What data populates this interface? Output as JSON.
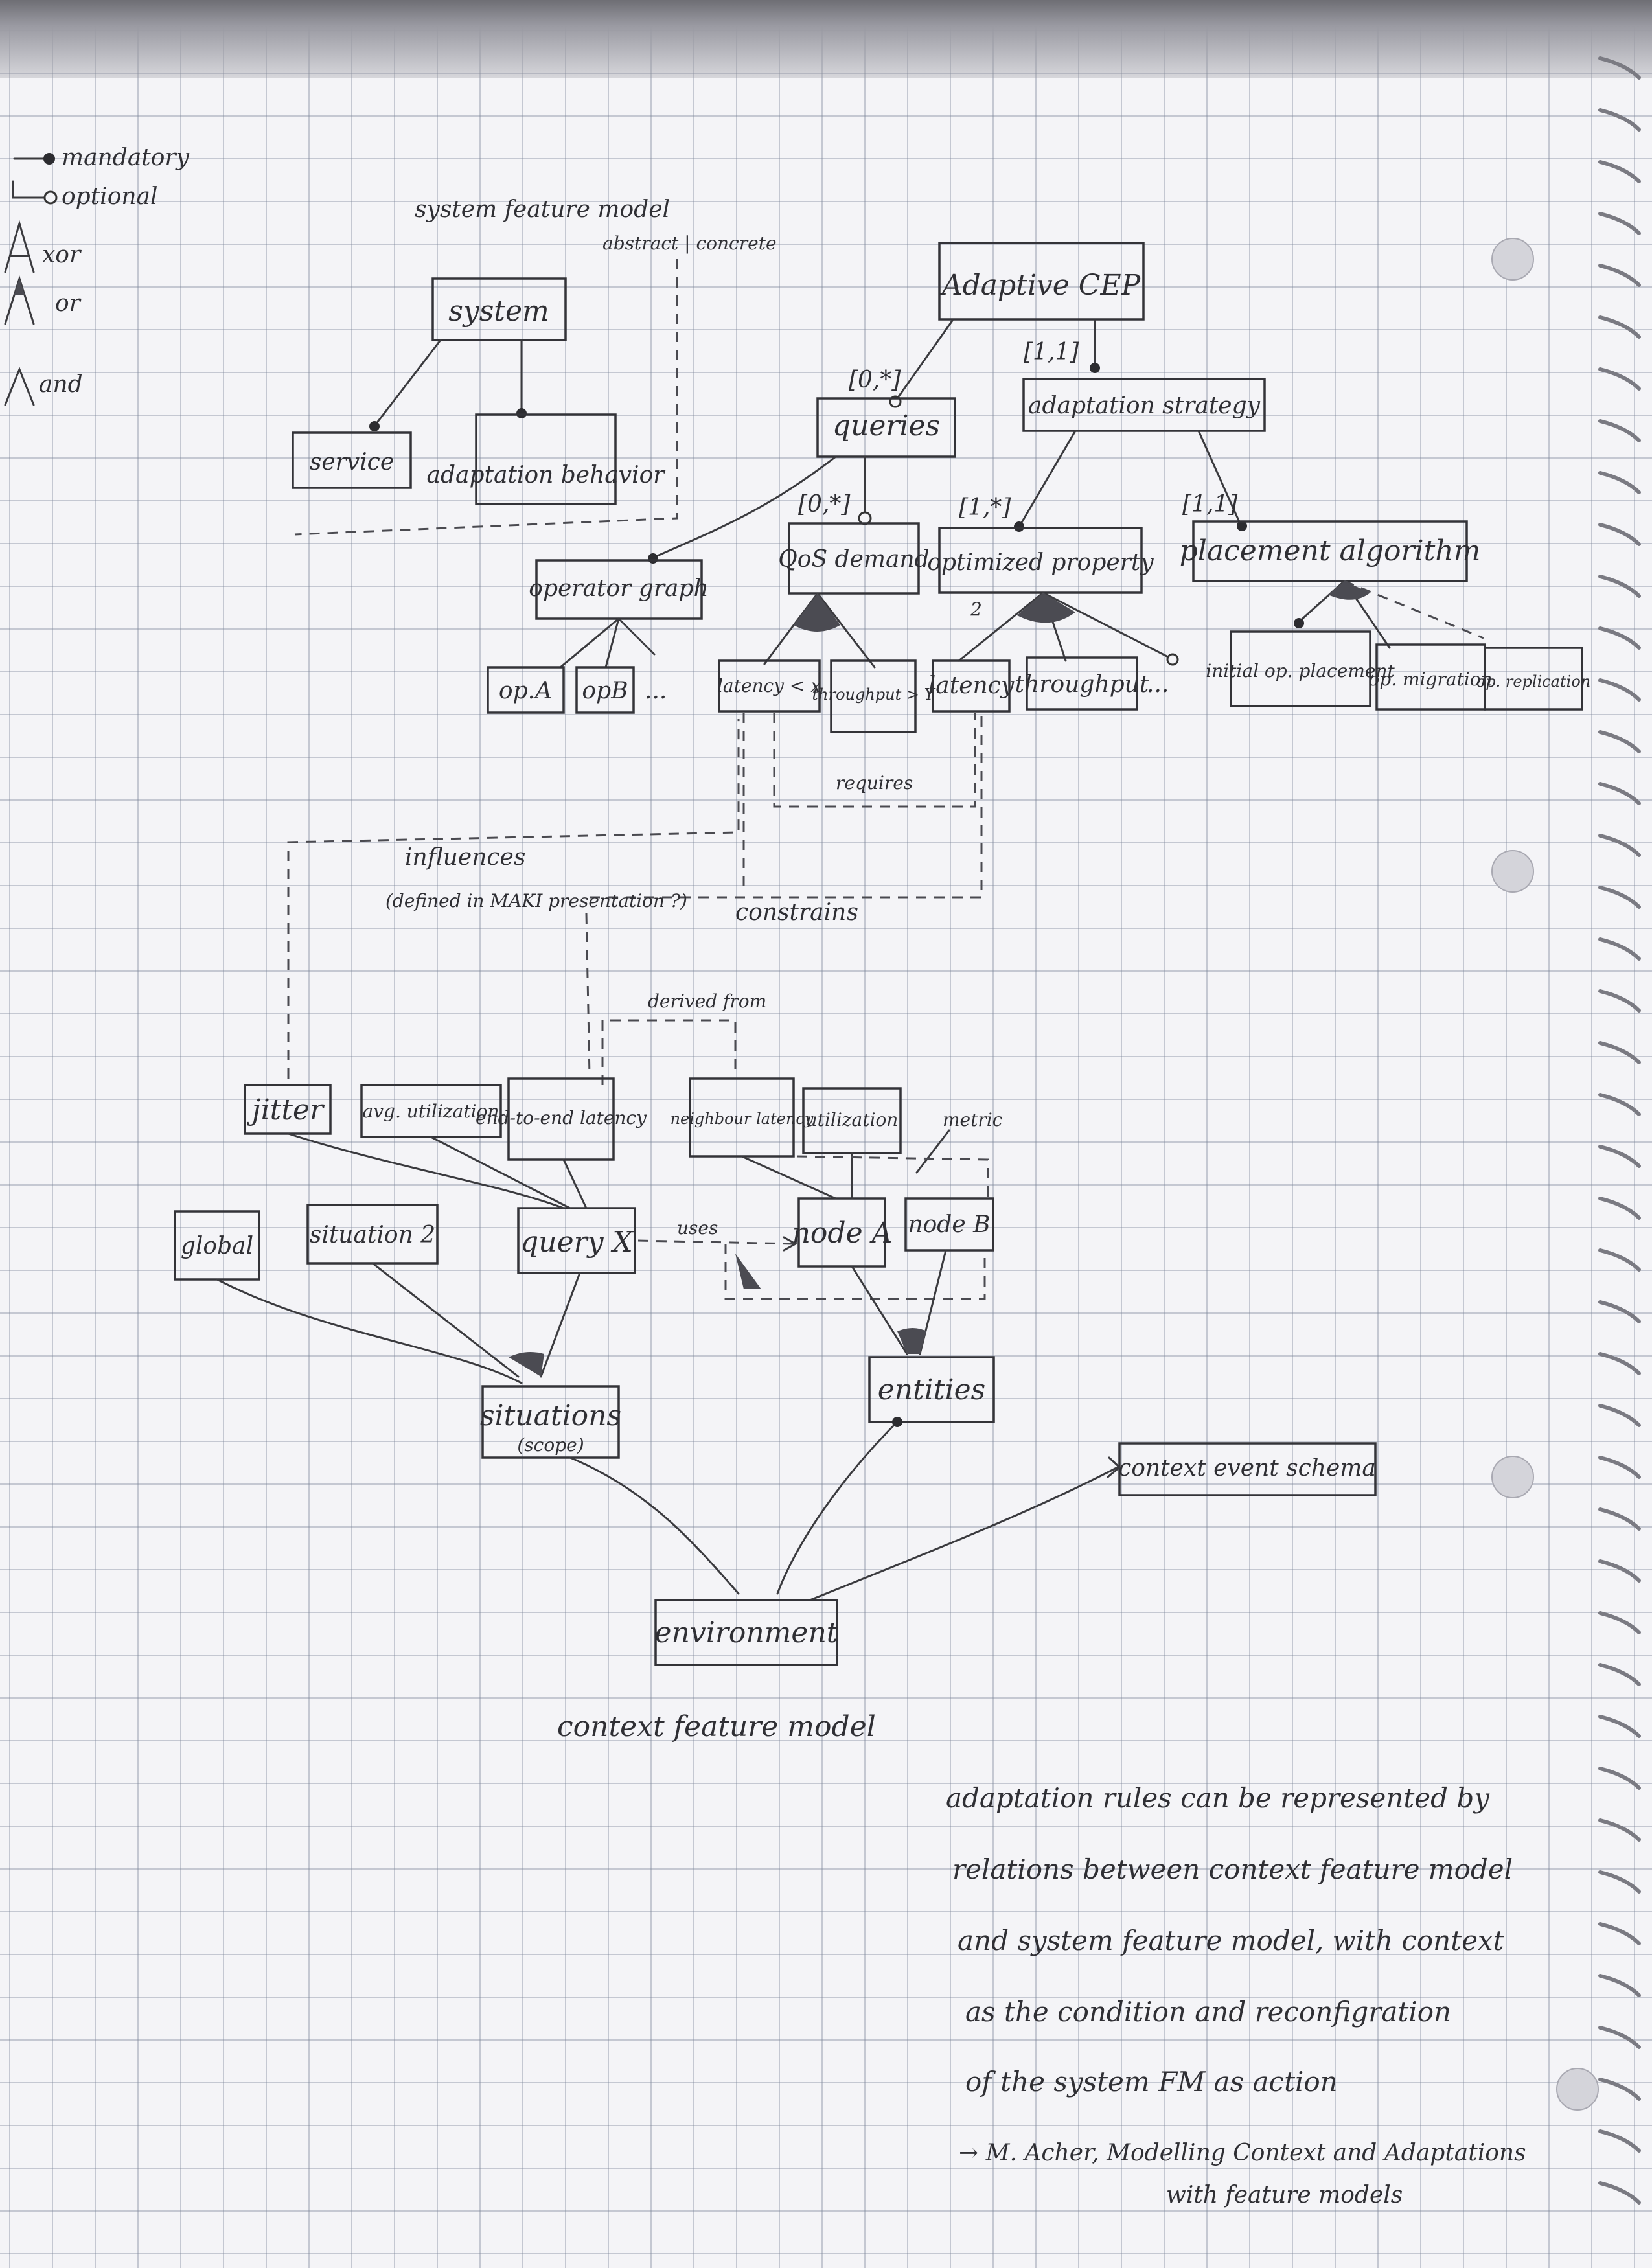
{
  "legend": {
    "mandatory": "mandatory",
    "optional": "optional",
    "xor": "xor",
    "or": "or",
    "and": "and"
  },
  "system_fm": {
    "title": "system feature model",
    "abstract_concrete": "abstract | concrete",
    "system": "system",
    "service": "service",
    "adaptation_behavior": "adaptation behavior",
    "adaptive_cep": "Adaptive CEP",
    "queries": "queries",
    "queries_card": "[0,*]",
    "adaptation_strategy": "adaptation strategy",
    "adaptation_strategy_card": "[1,1]",
    "operator_graph": "operator graph",
    "op_a": "op.A",
    "op_b": "opB",
    "ellipsis": "...",
    "qos_demand": "QoS demand",
    "qos_card": "[0,*]",
    "optimized_property": "optimized property",
    "optimized_card": "[1,*]",
    "placement_algorithm": "placement algorithm",
    "placement_card": "[1,1]",
    "latency_lt_x": "latency < x",
    "throughput_gt_y": "throughput > Y",
    "latency": "latency",
    "throughput": "throughput",
    "two": "2",
    "initial_placement": "initial op. placement",
    "op_migration": "op. migration",
    "op_replication": "op. replication"
  },
  "relations": {
    "requires": "requires",
    "influences": "influences",
    "influences_note": "(defined in MAKI presentation ?)",
    "constrains": "constrains",
    "derived_from": "derived from",
    "uses": "uses",
    "metric": "metric"
  },
  "context_fm": {
    "jitter": "jitter",
    "avg_utilization": "avg. utilization",
    "end_to_end_latency": "end-to-end latency",
    "neighbour_latency": "neighbour latency",
    "utilization": "utilization",
    "global": "global",
    "situation2": "situation 2",
    "query_x": "query X",
    "node_a": "node A",
    "node_b": "node B",
    "situations": "situations",
    "scope": "(scope)",
    "entities": "entities",
    "context_event_schema": "context event schema",
    "environment": "environment",
    "title": "context feature model"
  },
  "notes": {
    "line1": "adaptation rules can be represented by",
    "line2": "relations between context feature model",
    "line3": "and system feature model, with context",
    "line4": "as the condition and reconfigration",
    "line5": "of the system FM as action",
    "ref1": "→ M. Acher, Modelling Context and Adaptations",
    "ref2": "with feature models"
  }
}
